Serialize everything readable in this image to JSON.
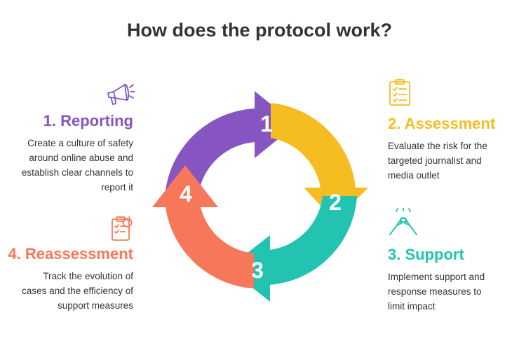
{
  "title": "How does the protocol work?",
  "colors": {
    "reporting": "#8755c1",
    "assessment": "#f6bd22",
    "support": "#22c3b1",
    "reassessment": "#f7775a"
  },
  "steps": [
    {
      "key": "reporting",
      "number": "1",
      "heading": "1. Reporting",
      "description_lines": [
        "Create a culture of safety",
        "around online abuse and",
        "establish clear channels to",
        "report it"
      ],
      "icon": "megaphone-icon"
    },
    {
      "key": "assessment",
      "number": "2",
      "heading": "2. Assessment",
      "description_lines": [
        "Evaluate the risk for the",
        "targeted journalist and",
        "media outlet"
      ],
      "icon": "clipboard-checklist-icon"
    },
    {
      "key": "support",
      "number": "3",
      "heading": "3. Support",
      "description_lines": [
        "Implement support and",
        "response measures to",
        "limit impact"
      ],
      "icon": "handshake-icon"
    },
    {
      "key": "reassessment",
      "number": "4",
      "heading": "4. Reassessment",
      "description_lines": [
        "Track the evolution of",
        "cases and the efficiency of",
        "support measures"
      ],
      "icon": "checklist-refresh-icon"
    }
  ]
}
